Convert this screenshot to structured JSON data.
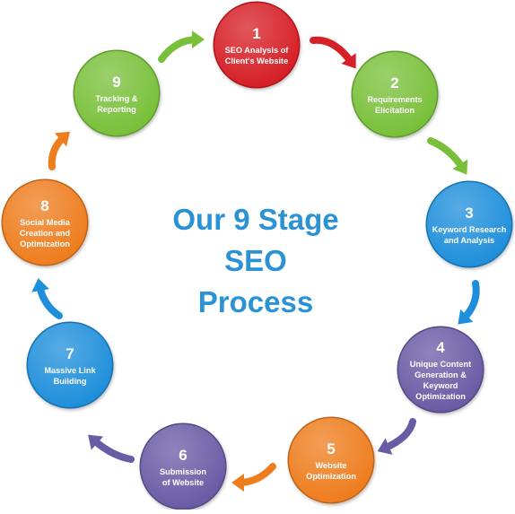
{
  "title": {
    "line1": "Our 9 Stage",
    "line2": "SEO",
    "line3": "Process"
  },
  "colors": {
    "red": "#d61f26",
    "green": "#79c03a",
    "blue": "#1f8fdb",
    "purple": "#6a5ba5",
    "orange": "#ee7d1e",
    "title": "#2b93d5"
  },
  "stages": [
    {
      "number": "1",
      "lines": [
        "SEO Analysis of",
        "Client's Website"
      ],
      "color": "red"
    },
    {
      "number": "2",
      "lines": [
        "Requirements",
        "Elicitation"
      ],
      "color": "green"
    },
    {
      "number": "3",
      "lines": [
        "Keyword Research",
        "and Analysis"
      ],
      "color": "blue"
    },
    {
      "number": "4",
      "lines": [
        "Unique Content",
        "Generation &",
        "Keyword",
        "Optimization"
      ],
      "color": "purple"
    },
    {
      "number": "5",
      "lines": [
        "Website",
        "Optimization"
      ],
      "color": "orange"
    },
    {
      "number": "6",
      "lines": [
        "Submission",
        "of Website"
      ],
      "color": "purple"
    },
    {
      "number": "7",
      "lines": [
        "Massive Link",
        "Building"
      ],
      "color": "blue"
    },
    {
      "number": "8",
      "lines": [
        "Social Media",
        "Creation and",
        "Optimization"
      ],
      "color": "orange"
    },
    {
      "number": "9",
      "lines": [
        "Tracking &",
        "Reporting"
      ],
      "color": "green"
    }
  ],
  "arrows": [
    {
      "from": "9",
      "to": "1",
      "color": "green"
    },
    {
      "from": "1",
      "to": "2",
      "color": "red"
    },
    {
      "from": "2",
      "to": "3",
      "color": "green"
    },
    {
      "from": "3",
      "to": "4",
      "color": "blue"
    },
    {
      "from": "4",
      "to": "5",
      "color": "purple"
    },
    {
      "from": "5",
      "to": "6",
      "color": "orange"
    },
    {
      "from": "6",
      "to": "7",
      "color": "purple"
    },
    {
      "from": "7",
      "to": "8",
      "color": "blue"
    },
    {
      "from": "8",
      "to": "9",
      "color": "orange"
    }
  ]
}
